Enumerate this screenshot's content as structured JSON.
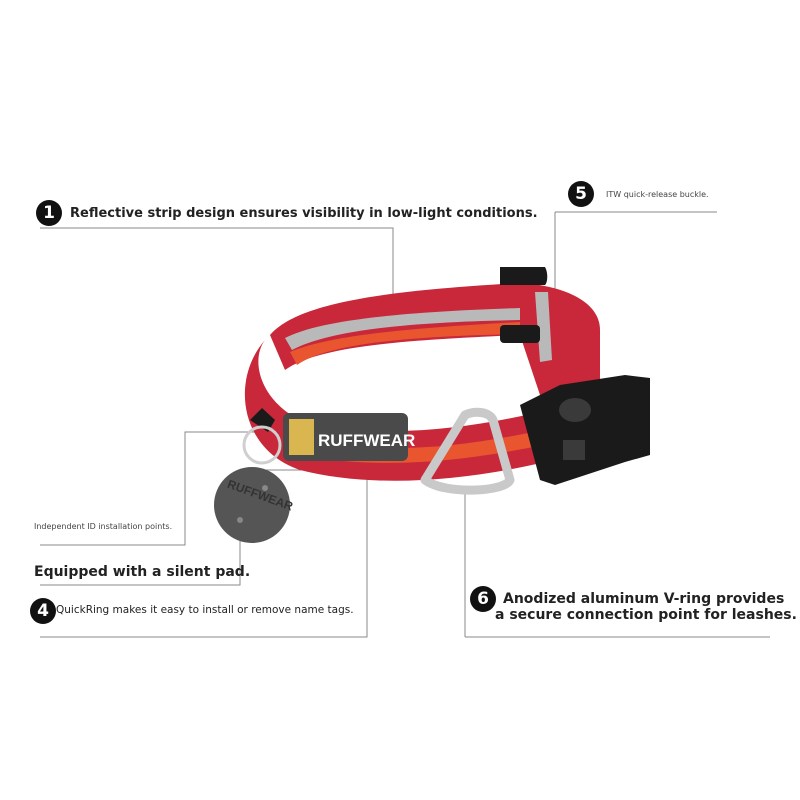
{
  "callouts": {
    "c1": {
      "number": "1",
      "text": "Reflective strip design ensures visibility in low-light conditions."
    },
    "c5": {
      "number": "5",
      "text": "ITW quick-release buckle."
    },
    "id_point": {
      "text": "Independent ID installation points."
    },
    "silent_pad": {
      "text": "Equipped with a silent pad."
    },
    "c4": {
      "number": "4",
      "text": "QuickRing makes it easy to install or remove name tags."
    },
    "c6": {
      "number": "6",
      "line1": "Anodized aluminum V-ring provides",
      "line2": "a secure connection point for leashes."
    }
  },
  "product": {
    "brand_label": "RUFFWEAR",
    "tag_label": "RUFFWEAR"
  },
  "colors": {
    "collar_red": "#c8283a",
    "collar_orange": "#e8552e",
    "reflective_grey": "#b9b9b9",
    "hardware_black": "#1a1a1a",
    "tag_grey": "#555555",
    "line_grey": "#888888"
  }
}
